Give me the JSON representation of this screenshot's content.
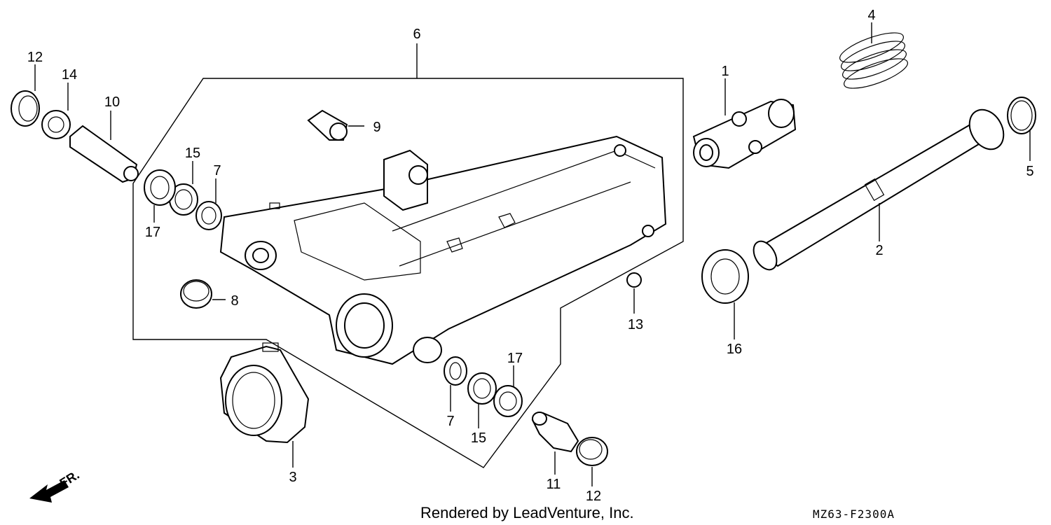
{
  "diagram": {
    "callouts": {
      "c1": "1",
      "c2": "2",
      "c3": "3",
      "c4": "4",
      "c5": "5",
      "c6": "6",
      "c7a": "7",
      "c7b": "7",
      "c8": "8",
      "c9": "9",
      "c10": "10",
      "c11": "11",
      "c12a": "12",
      "c12b": "12",
      "c13": "13",
      "c14": "14",
      "c15a": "15",
      "c15b": "15",
      "c16": "16",
      "c17a": "17",
      "c17b": "17"
    },
    "direction_label": "FR.",
    "footer_text": "Rendered by LeadVenture, Inc.",
    "diagram_code": "MZ63-F2300A"
  }
}
